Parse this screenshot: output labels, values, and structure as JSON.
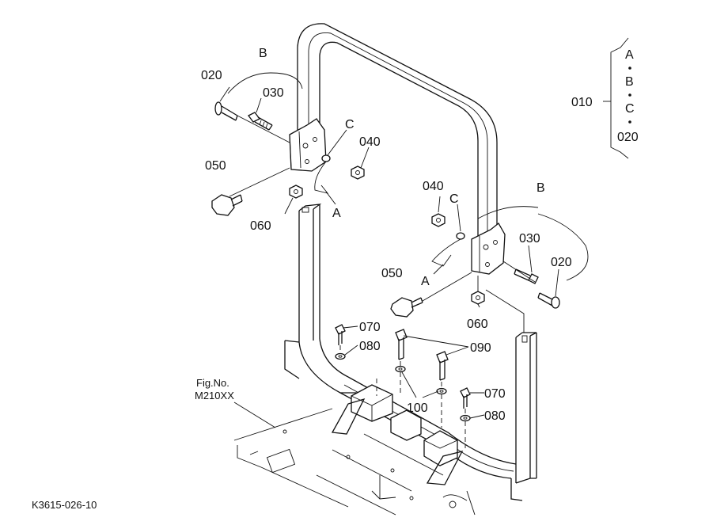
{
  "figure": {
    "code": "K3615-026-10",
    "fig_no_label": "Fig.No.",
    "fig_no_value": "M210XX"
  },
  "legend": {
    "ref": "010",
    "items": [
      "A",
      "B",
      "C",
      "020"
    ]
  },
  "callouts": {
    "c020_left": "020",
    "b_left": "B",
    "c030_left": "030",
    "c_left": "C",
    "c040_left": "040",
    "c050_left": "050",
    "c060_left": "060",
    "a_left": "A",
    "c040_right": "040",
    "c_right": "C",
    "b_right": "B",
    "c030_right": "030",
    "c020_right": "020",
    "c050_right": "050",
    "a_right": "A",
    "c060_right": "060",
    "c070_left": "070",
    "c080_left": "080",
    "c090": "090",
    "c100": "100",
    "c070_right": "070",
    "c080_right": "080"
  }
}
